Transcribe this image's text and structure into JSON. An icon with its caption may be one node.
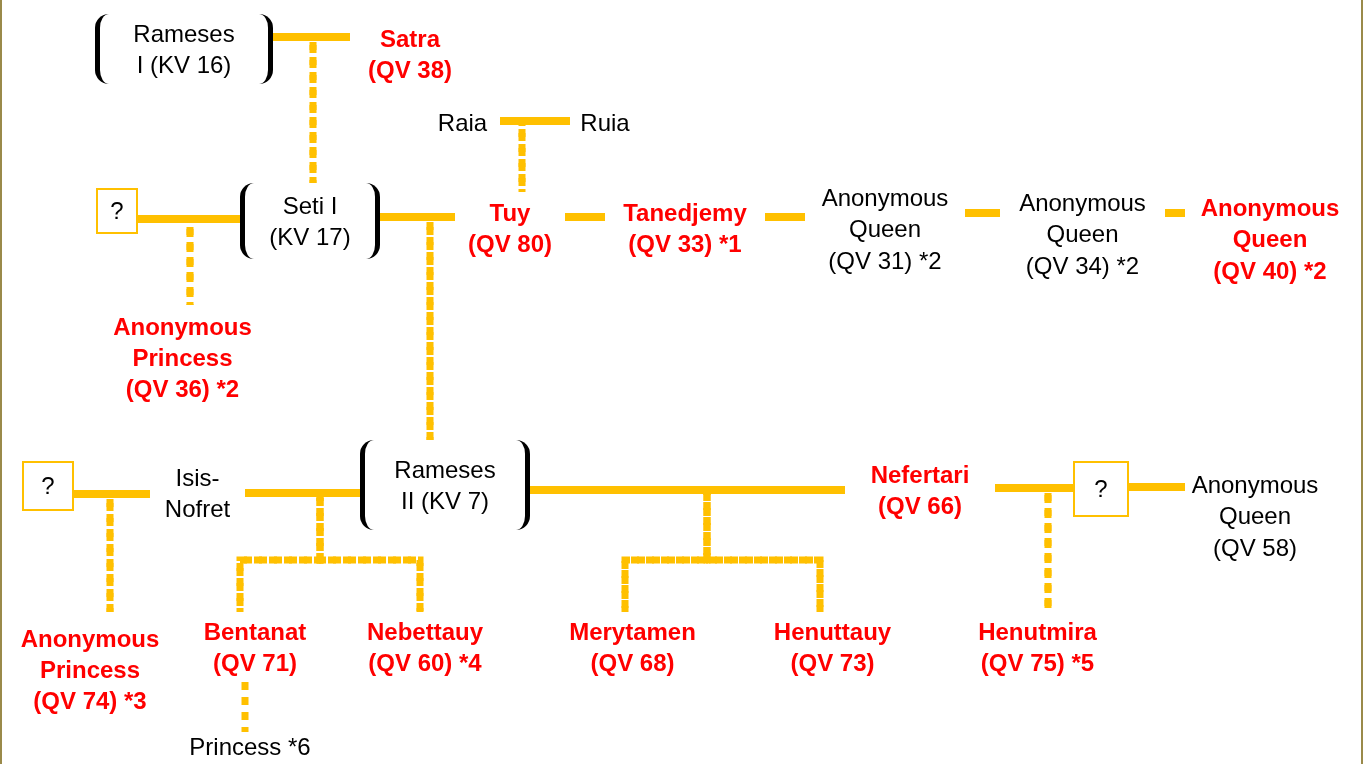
{
  "diagram": {
    "nodes": [
      {
        "text": [
          "Rameses I (KV 16)"
        ]
      },
      {
        "text": [
          "Satra (QV 38)"
        ]
      },
      {
        "text": [
          "Raia"
        ]
      },
      {
        "text": [
          "Ruia"
        ]
      },
      {
        "text": [
          "?"
        ]
      },
      {
        "text": [
          "Seti I (KV 17)"
        ]
      },
      {
        "text": [
          "Tuy (QV 80)"
        ]
      },
      {
        "text": [
          "Tanedjemy (QV 33) *1"
        ]
      },
      {
        "text": [
          "Anonymous Queen (QV 31) *2"
        ]
      },
      {
        "text": [
          "Anonymous Queen (QV 34) *2"
        ]
      },
      {
        "text": [
          "Anonymous Queen (QV 40) *2"
        ]
      },
      {
        "text": [
          "Anonymous Princess (QV 36) *2"
        ]
      },
      {
        "text": [
          "?"
        ]
      },
      {
        "text": [
          "Isis-Nofret"
        ]
      },
      {
        "text": [
          "Rameses II (KV 7)"
        ]
      },
      {
        "text": [
          "Nefertari (QV 66)"
        ]
      },
      {
        "text": [
          "?"
        ]
      },
      {
        "text": [
          "Anonymous Queen (QV 58)"
        ]
      },
      {
        "text": [
          "Anonymous Princess (QV 74) *3"
        ]
      },
      {
        "text": [
          "Bentanat (QV 71)"
        ]
      },
      {
        "text": [
          "Nebettauy (QV 60) *4"
        ]
      },
      {
        "text": [
          "Merytamen (QV 68)"
        ]
      },
      {
        "text": [
          "Henuttauy (QV 73)"
        ]
      },
      {
        "text": [
          "Henutmira (QV 75) *5"
        ]
      },
      {
        "text": [
          "Princess *6"
        ]
      }
    ],
    "edges": [
      {
        "from": 0,
        "to": 1,
        "arrow": "none"
      },
      {
        "from": 0,
        "to": 5,
        "arrow": "none",
        "style": "dashed"
      },
      {
        "from": 1,
        "to": 5,
        "arrow": "none",
        "style": "dashed"
      },
      {
        "from": 2,
        "to": 3,
        "arrow": "none"
      },
      {
        "from": 2,
        "to": 6,
        "arrow": "none",
        "style": "dashed"
      },
      {
        "from": 3,
        "to": 6,
        "arrow": "none",
        "style": "dashed"
      },
      {
        "from": 4,
        "to": 5,
        "arrow": "none"
      },
      {
        "from": 4,
        "to": 11,
        "arrow": "none",
        "style": "dashed"
      },
      {
        "from": 5,
        "to": 11,
        "arrow": "none",
        "style": "dashed"
      },
      {
        "from": 5,
        "to": 6,
        "arrow": "none"
      },
      {
        "from": 6,
        "to": 7,
        "arrow": "none"
      },
      {
        "from": 7,
        "to": 8,
        "arrow": "none"
      },
      {
        "from": 8,
        "to": 9,
        "arrow": "none"
      },
      {
        "from": 9,
        "to": 10,
        "arrow": "none"
      },
      {
        "from": 5,
        "to": 14,
        "arrow": "none",
        "style": "dashed"
      },
      {
        "from": 6,
        "to": 14,
        "arrow": "none",
        "style": "dashed"
      },
      {
        "from": 12,
        "to": 13,
        "arrow": "none"
      },
      {
        "from": 12,
        "to": 18,
        "arrow": "none",
        "style": "dashed"
      },
      {
        "from": 13,
        "to": 18,
        "arrow": "none",
        "style": "dashed"
      },
      {
        "from": 13,
        "to": 14,
        "arrow": "none"
      },
      {
        "from": 13,
        "to": 19,
        "arrow": "none",
        "style": "dashed"
      },
      {
        "from": 14,
        "to": 19,
        "arrow": "none",
        "style": "dashed"
      },
      {
        "from": 13,
        "to": 20,
        "arrow": "none",
        "style": "dashed"
      },
      {
        "from": 14,
        "to": 20,
        "arrow": "none",
        "style": "dashed"
      },
      {
        "from": 14,
        "to": 15,
        "arrow": "none"
      },
      {
        "from": 14,
        "to": 21,
        "arrow": "none",
        "style": "dashed"
      },
      {
        "from": 15,
        "to": 21,
        "arrow": "none",
        "style": "dashed"
      },
      {
        "from": 14,
        "to": 22,
        "arrow": "none",
        "style": "dashed"
      },
      {
        "from": 15,
        "to": 22,
        "arrow": "none",
        "style": "dashed"
      },
      {
        "from": 15,
        "to": 16,
        "arrow": "none"
      },
      {
        "from": 15,
        "to": 23,
        "arrow": "none",
        "style": "dashed"
      },
      {
        "from": 16,
        "to": 23,
        "arrow": "none",
        "style": "dashed"
      },
      {
        "from": 16,
        "to": 17,
        "arrow": "none"
      },
      {
        "from": 19,
        "to": 24,
        "arrow": "none",
        "style": "dashed"
      }
    ]
  }
}
